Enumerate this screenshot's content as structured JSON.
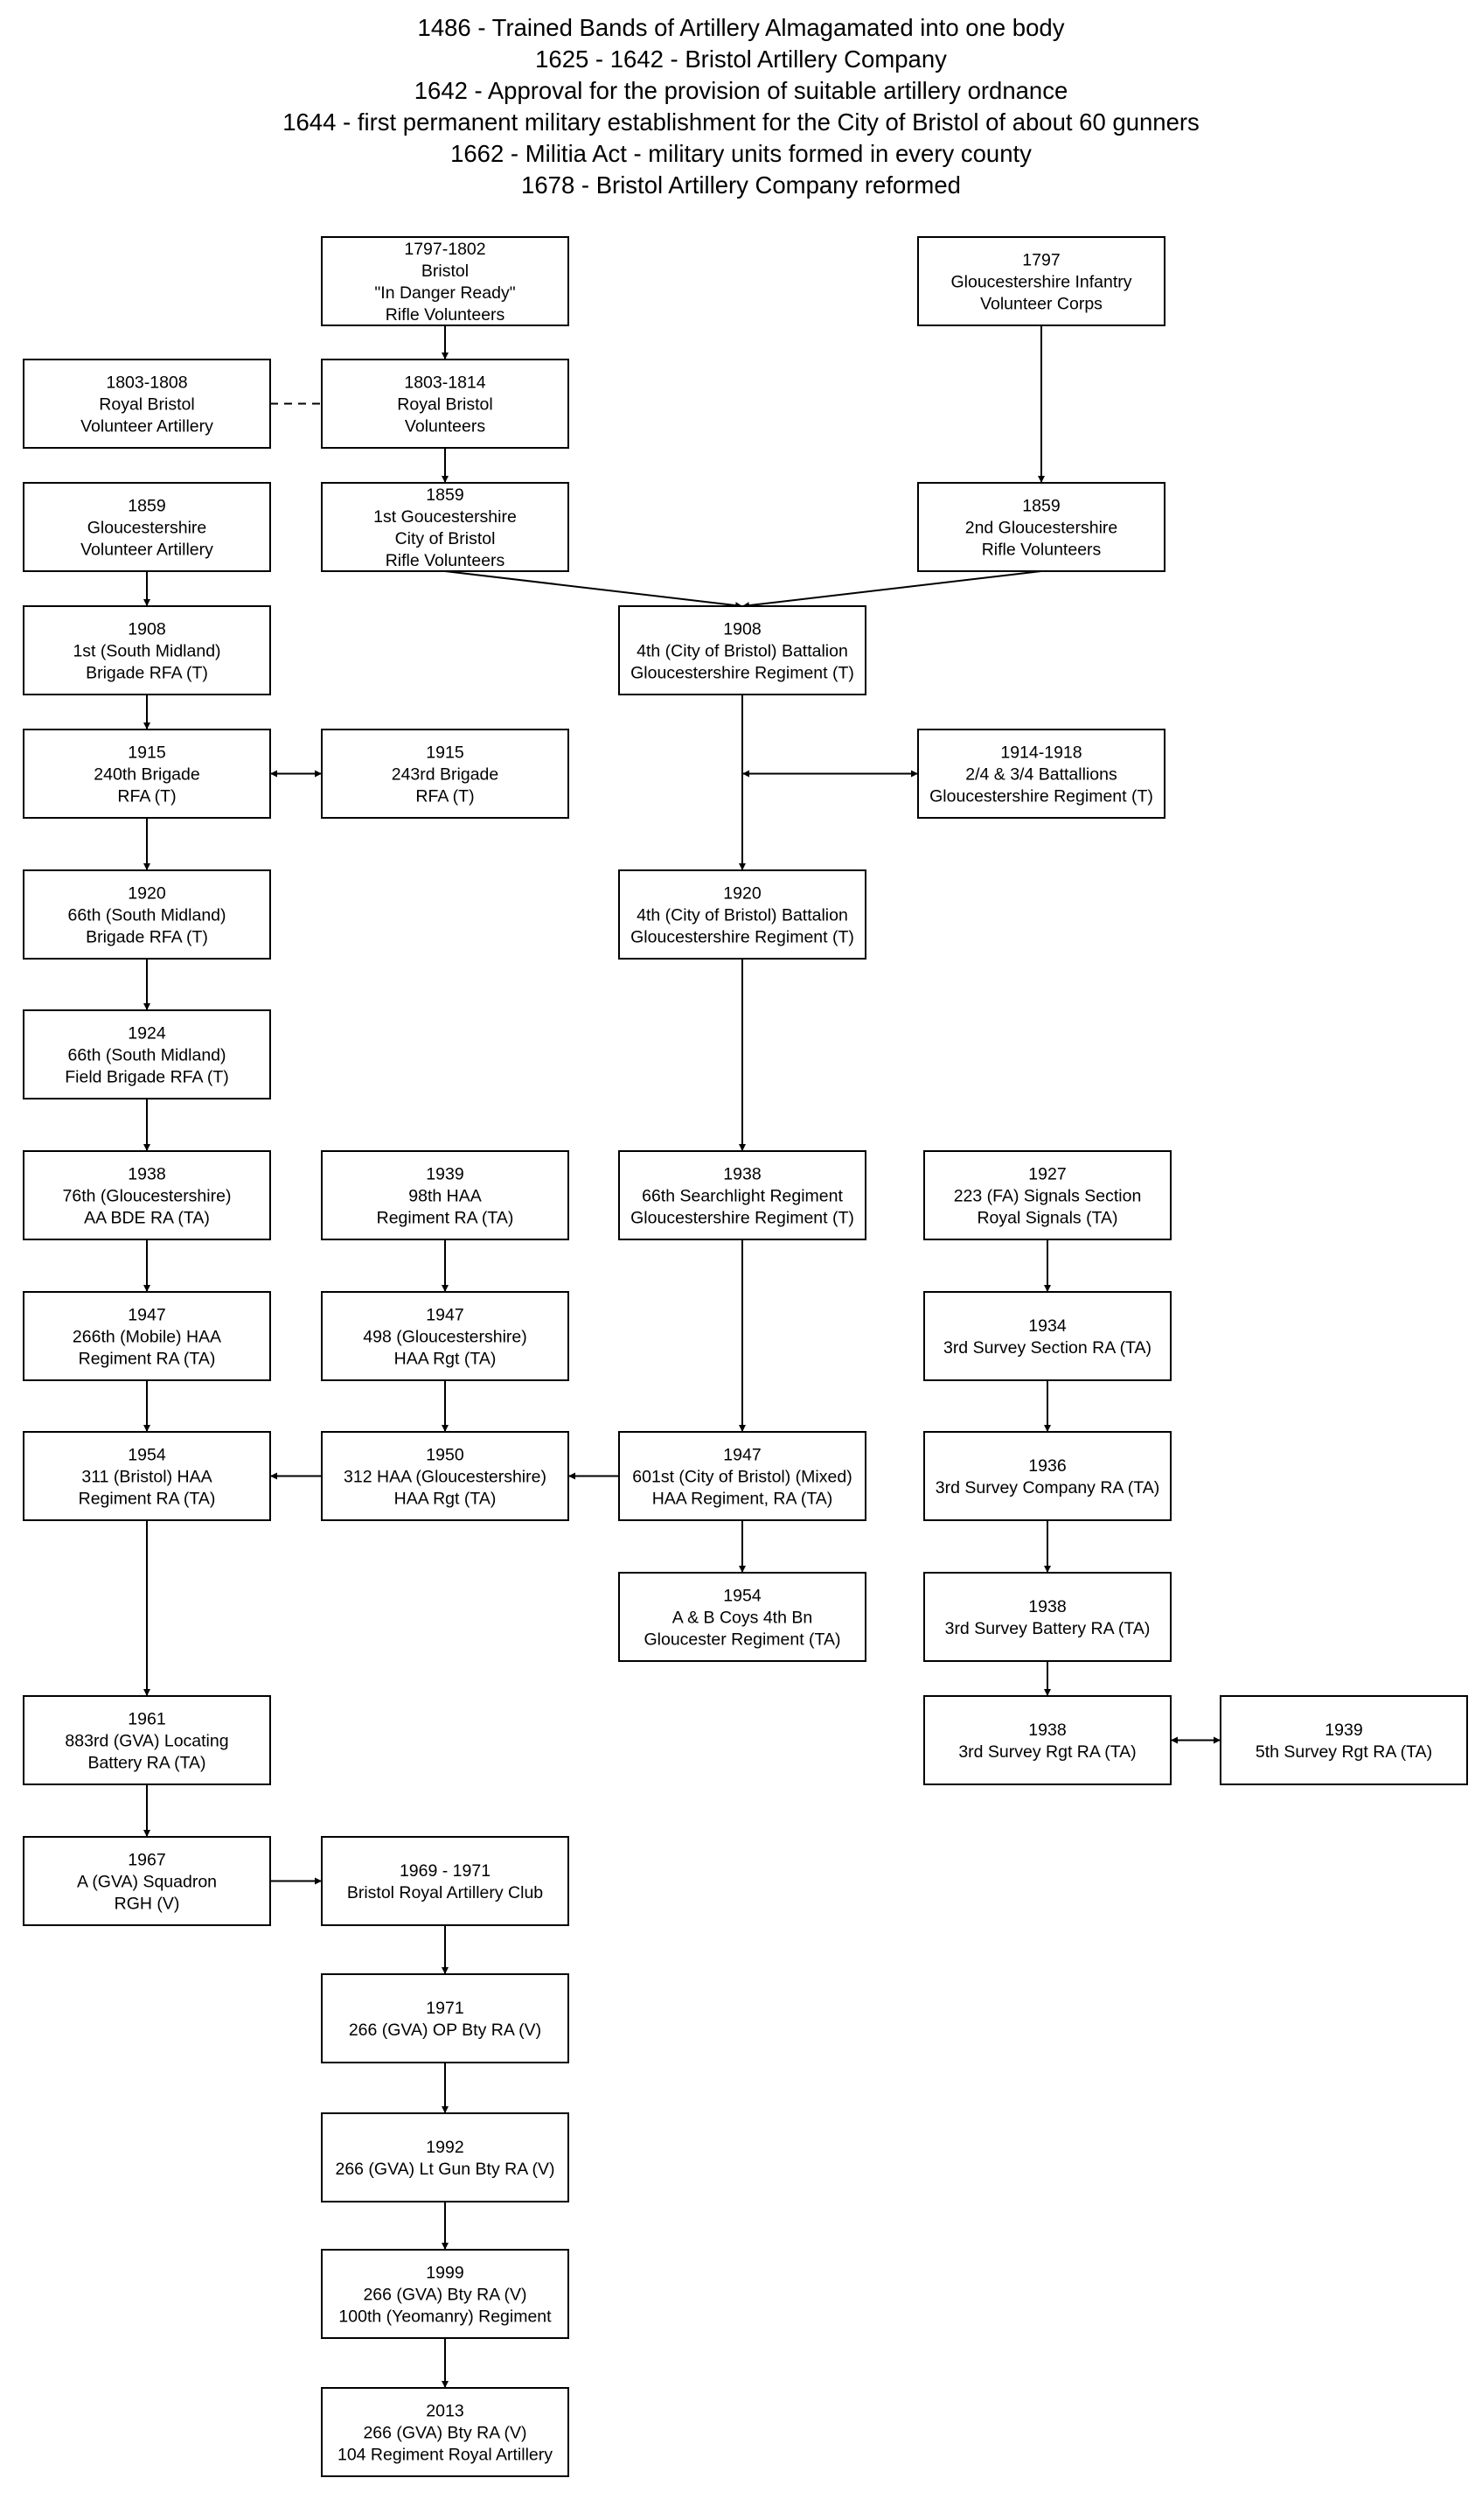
{
  "header": {
    "lines": [
      "1486 - Trained Bands of Artillery Almagamated into one body",
      "1625 - 1642 - Bristol Artillery Company",
      "1642 - Approval for the provision of suitable artillery ordnance",
      "1644 - first permanent military establishment for the City of Bristol of about 60 gunners",
      "1662 - Militia Act - military units formed in every county",
      "1678 - Bristol Artillery Company reformed"
    ]
  },
  "nodes": [
    {
      "id": "n1797b",
      "lines": [
        "1797-1802",
        "Bristol",
        "\"In Danger Ready\"",
        "Rifle Volunteers"
      ]
    },
    {
      "id": "n1797g",
      "lines": [
        "1797",
        "Gloucestershire Infantry",
        "Volunteer Corps"
      ]
    },
    {
      "id": "n1803a",
      "lines": [
        "1803-1808",
        "Royal Bristol",
        "Volunteer Artillery"
      ]
    },
    {
      "id": "n1803v",
      "lines": [
        "1803-1814",
        "Royal Bristol",
        "Volunteers"
      ]
    },
    {
      "id": "n1859a",
      "lines": [
        "1859",
        "Gloucestershire",
        "Volunteer Artillery"
      ]
    },
    {
      "id": "n1859b",
      "lines": [
        "1859",
        "1st Goucestershire",
        "City of Bristol",
        "Rifle Volunteers"
      ]
    },
    {
      "id": "n1859g",
      "lines": [
        "1859",
        "2nd Gloucestershire",
        "Rifle Volunteers"
      ]
    },
    {
      "id": "n1908a",
      "lines": [
        "1908",
        "1st (South Midland)",
        "Brigade RFA (T)"
      ]
    },
    {
      "id": "n1908b",
      "lines": [
        "1908",
        "4th (City of Bristol) Battalion",
        "Gloucestershire Regiment (T)"
      ]
    },
    {
      "id": "n1915a",
      "lines": [
        "1915",
        "240th Brigade",
        "RFA (T)"
      ]
    },
    {
      "id": "n1915b",
      "lines": [
        "1915",
        "243rd Brigade",
        "RFA (T)"
      ]
    },
    {
      "id": "n1914",
      "lines": [
        "1914-1918",
        "2/4 & 3/4 Battallions",
        "Gloucestershire Regiment (T)"
      ]
    },
    {
      "id": "n1920a",
      "lines": [
        "1920",
        "66th (South Midland)",
        "Brigade RFA (T)"
      ]
    },
    {
      "id": "n1920b",
      "lines": [
        "1920",
        "4th (City of Bristol) Battalion",
        "Gloucestershire Regiment (T)"
      ]
    },
    {
      "id": "n1924",
      "lines": [
        "1924",
        "66th (South Midland)",
        "Field Brigade RFA (T)"
      ]
    },
    {
      "id": "n1938a",
      "lines": [
        "1938",
        "76th (Gloucestershire)",
        "AA BDE RA (TA)"
      ]
    },
    {
      "id": "n1939a",
      "lines": [
        "1939",
        "98th HAA",
        "Regiment RA (TA)"
      ]
    },
    {
      "id": "n1938s",
      "lines": [
        "1938",
        "66th Searchlight Regiment",
        "Gloucestershire Regiment (T)"
      ]
    },
    {
      "id": "n1927",
      "lines": [
        "1927",
        "223 (FA) Signals Section",
        "Royal Signals (TA)"
      ]
    },
    {
      "id": "n1947a",
      "lines": [
        "1947",
        "266th (Mobile) HAA",
        "Regiment RA (TA)"
      ]
    },
    {
      "id": "n1947b",
      "lines": [
        "1947",
        "498 (Gloucestershire)",
        "HAA Rgt (TA)"
      ]
    },
    {
      "id": "n1934",
      "lines": [
        "1934",
        "3rd Survey Section RA (TA)"
      ]
    },
    {
      "id": "n1954a",
      "lines": [
        "1954",
        "311 (Bristol) HAA",
        "Regiment RA (TA)"
      ]
    },
    {
      "id": "n1950",
      "lines": [
        "1950",
        "312 HAA (Gloucestershire)",
        "HAA Rgt (TA)"
      ]
    },
    {
      "id": "n1947c",
      "lines": [
        "1947",
        "601st (City of Bristol) (Mixed)",
        "HAA Regiment, RA (TA)"
      ]
    },
    {
      "id": "n1936",
      "lines": [
        "1936",
        "3rd Survey Company RA (TA)"
      ]
    },
    {
      "id": "n1954b",
      "lines": [
        "1954",
        "A & B Coys 4th Bn",
        "Gloucester Regiment (TA)"
      ]
    },
    {
      "id": "n1938b",
      "lines": [
        "1938",
        "3rd Survey Battery RA (TA)"
      ]
    },
    {
      "id": "n1961",
      "lines": [
        "1961",
        "883rd (GVA) Locating",
        "Battery RA (TA)"
      ]
    },
    {
      "id": "n1938r",
      "lines": [
        "1938",
        "3rd Survey Rgt RA (TA)"
      ]
    },
    {
      "id": "n1939r",
      "lines": [
        "1939",
        "5th Survey Rgt RA (TA)"
      ]
    },
    {
      "id": "n1967",
      "lines": [
        "1967",
        "A (GVA) Squadron",
        "RGH (V)"
      ]
    },
    {
      "id": "n1969",
      "lines": [
        "1969 - 1971",
        "Bristol Royal Artillery Club"
      ]
    },
    {
      "id": "n1971",
      "lines": [
        "1971",
        "266 (GVA) OP Bty RA (V)"
      ]
    },
    {
      "id": "n1992",
      "lines": [
        "1992",
        "266 (GVA) Lt Gun Bty RA (V)"
      ]
    },
    {
      "id": "n1999",
      "lines": [
        "1999",
        "266 (GVA) Bty RA (V)",
        "100th (Yeomanry) Regiment"
      ]
    },
    {
      "id": "n2013",
      "lines": [
        "2013",
        "266 (GVA) Bty RA (V)",
        "104 Regiment Royal Artillery"
      ]
    }
  ],
  "edges": [
    {
      "from": "n1797b",
      "to": "n1803v",
      "style": "arrow"
    },
    {
      "from": "n1803a",
      "to": "n1803v",
      "style": "dashed"
    },
    {
      "from": "n1803v",
      "to": "n1859b",
      "style": "arrow"
    },
    {
      "from": "n1797g",
      "to": "n1859g",
      "style": "arrow"
    },
    {
      "from": "n1859b",
      "to": "n1908b",
      "style": "arrow"
    },
    {
      "from": "n1859g",
      "to": "n1908b",
      "style": "arrow"
    },
    {
      "from": "n1859a",
      "to": "n1908a",
      "style": "arrow"
    },
    {
      "from": "n1908a",
      "to": "n1915a",
      "style": "arrow"
    },
    {
      "from": "n1915a",
      "to": "n1915b",
      "style": "double"
    },
    {
      "from": "n1908b",
      "to": "n1920b",
      "style": "arrow"
    },
    {
      "from": "n1908b",
      "to": "n1914",
      "style": "double"
    },
    {
      "from": "n1915a",
      "to": "n1920a",
      "style": "arrow"
    },
    {
      "from": "n1920a",
      "to": "n1924",
      "style": "arrow"
    },
    {
      "from": "n1924",
      "to": "n1938a",
      "style": "arrow"
    },
    {
      "from": "n1920b",
      "to": "n1938s",
      "style": "arrow"
    },
    {
      "from": "n1938a",
      "to": "n1947a",
      "style": "arrow"
    },
    {
      "from": "n1939a",
      "to": "n1947b",
      "style": "arrow"
    },
    {
      "from": "n1927",
      "to": "n1934",
      "style": "arrow"
    },
    {
      "from": "n1947a",
      "to": "n1954a",
      "style": "arrow"
    },
    {
      "from": "n1947b",
      "to": "n1950",
      "style": "arrow"
    },
    {
      "from": "n1938s",
      "to": "n1947c",
      "style": "arrow"
    },
    {
      "from": "n1934",
      "to": "n1936",
      "style": "arrow"
    },
    {
      "from": "n1950",
      "to": "n1954a",
      "style": "arrow"
    },
    {
      "from": "n1947c",
      "to": "n1950",
      "style": "arrow"
    },
    {
      "from": "n1947c",
      "to": "n1954b",
      "style": "arrow"
    },
    {
      "from": "n1936",
      "to": "n1938b",
      "style": "arrow"
    },
    {
      "from": "n1954a",
      "to": "n1961",
      "style": "arrow"
    },
    {
      "from": "n1938b",
      "to": "n1938r",
      "style": "arrow"
    },
    {
      "from": "n1938r",
      "to": "n1939r",
      "style": "double"
    },
    {
      "from": "n1961",
      "to": "n1967",
      "style": "arrow"
    },
    {
      "from": "n1967",
      "to": "n1969",
      "style": "arrow"
    },
    {
      "from": "n1969",
      "to": "n1971",
      "style": "arrow"
    },
    {
      "from": "n1971",
      "to": "n1992",
      "style": "arrow"
    },
    {
      "from": "n1992",
      "to": "n1999",
      "style": "arrow"
    },
    {
      "from": "n1999",
      "to": "n2013",
      "style": "arrow"
    }
  ]
}
